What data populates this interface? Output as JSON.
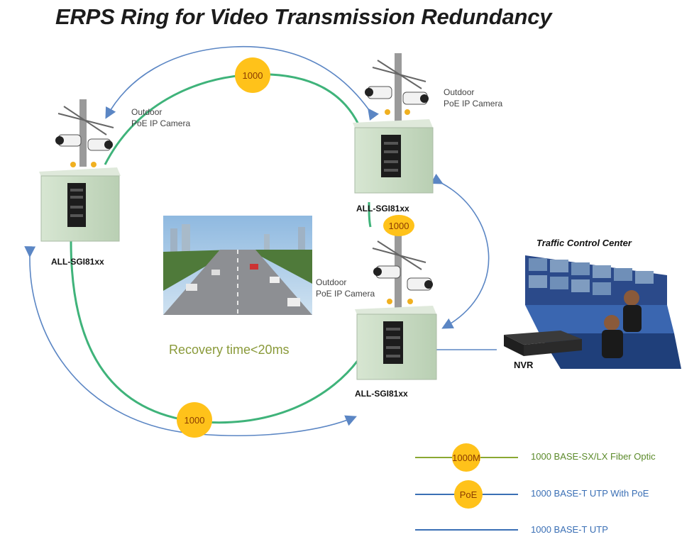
{
  "title": "ERPS Ring for Video Transmission Redundancy",
  "nodes": [
    {
      "switch_label": "ALL-SGI81xx",
      "camera_label_1": "Outdoor",
      "camera_label_2": "PoE IP Camera"
    },
    {
      "switch_label": "ALL-SGI81xx",
      "camera_label_1": "Outdoor",
      "camera_label_2": "PoE IP Camera"
    },
    {
      "switch_label": "ALL-SGI81xx",
      "camera_label_1": "Outdoor",
      "camera_label_2": "PoE IP Camera"
    }
  ],
  "speed_badges": [
    "1000",
    "1000",
    "1000"
  ],
  "recovery_text": "Recovery time<20ms",
  "control_center_label": "Traffic Control Center",
  "nvr_label": "NVR",
  "legend": [
    {
      "badge": "1000M",
      "text": "1000 BASE-SX/LX Fiber Optic",
      "line_color": "#8aa832",
      "text_color": "#5b8a2a"
    },
    {
      "badge": "PoE",
      "text": "1000 BASE-T UTP With PoE",
      "line_color": "#3a6fb5",
      "text_color": "#3a6fb5"
    },
    {
      "badge": "",
      "text": "1000 BASE-T UTP",
      "line_color": "#3a6fb5",
      "text_color": "#3a6fb5"
    }
  ],
  "colors": {
    "fiber_ring": "#3fb37a",
    "utp": "#5b86c4",
    "badge_fill": "#ffc21a",
    "cabinet": "#c9dcc4"
  },
  "icons": [
    "camera-pole-icon",
    "switch-cabinet-icon",
    "nvr-icon",
    "operator-icon",
    "highway-photo"
  ]
}
